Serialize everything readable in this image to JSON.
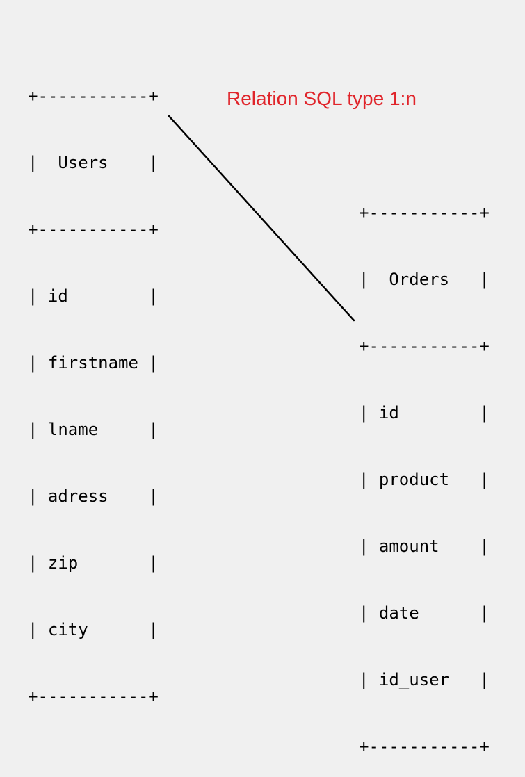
{
  "caption": "Relation SQL type 1:n",
  "colors": {
    "background": "#f0f0f0",
    "text": "#000000",
    "caption": "#e0242a",
    "relation_line": "#000000"
  },
  "users_table": {
    "border_top": "+-----------+",
    "header": "|  Users    |",
    "border_mid": "+-----------+",
    "rows": [
      "| id        |",
      "| firstname |",
      "| lname     |",
      "| adress    |",
      "| zip       |",
      "| city      |"
    ],
    "border_bottom": "+-----------+"
  },
  "orders_table": {
    "border_top": "+-----------+",
    "header": "|  Orders   |",
    "border_mid": "+-----------+",
    "rows": [
      "| id        |",
      "| product   |",
      "| amount    |",
      "| date      |",
      "| id_user   |"
    ],
    "border_bottom": "+-----------+"
  }
}
